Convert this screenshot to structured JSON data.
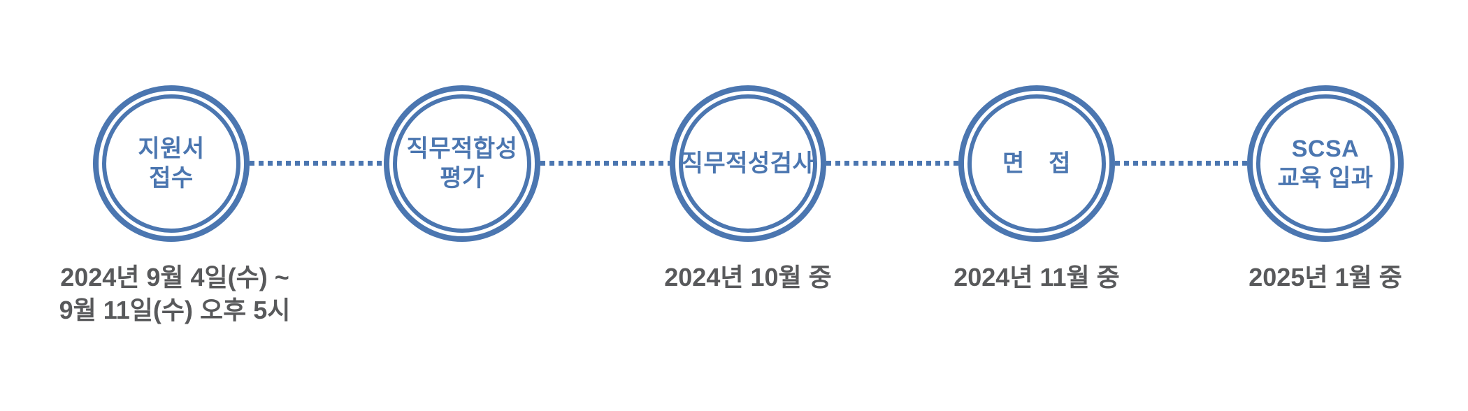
{
  "theme": {
    "accent_blue": "#4B76B0",
    "date_gray": "#58595B",
    "background": "#FFFFFF"
  },
  "steps": [
    {
      "label": "지원서\n접수",
      "date": "2024년 9월 4일(수) ~\n9월 11일(수) 오후 5시"
    },
    {
      "label": "직무적합성\n평가",
      "date": ""
    },
    {
      "label": "직무적성검사",
      "date": "2024년 10월 중"
    },
    {
      "label": "면　접",
      "date": "2024년 11월 중"
    },
    {
      "label": "SCSA\n교육 입과",
      "date": "2025년 1월 중"
    }
  ]
}
